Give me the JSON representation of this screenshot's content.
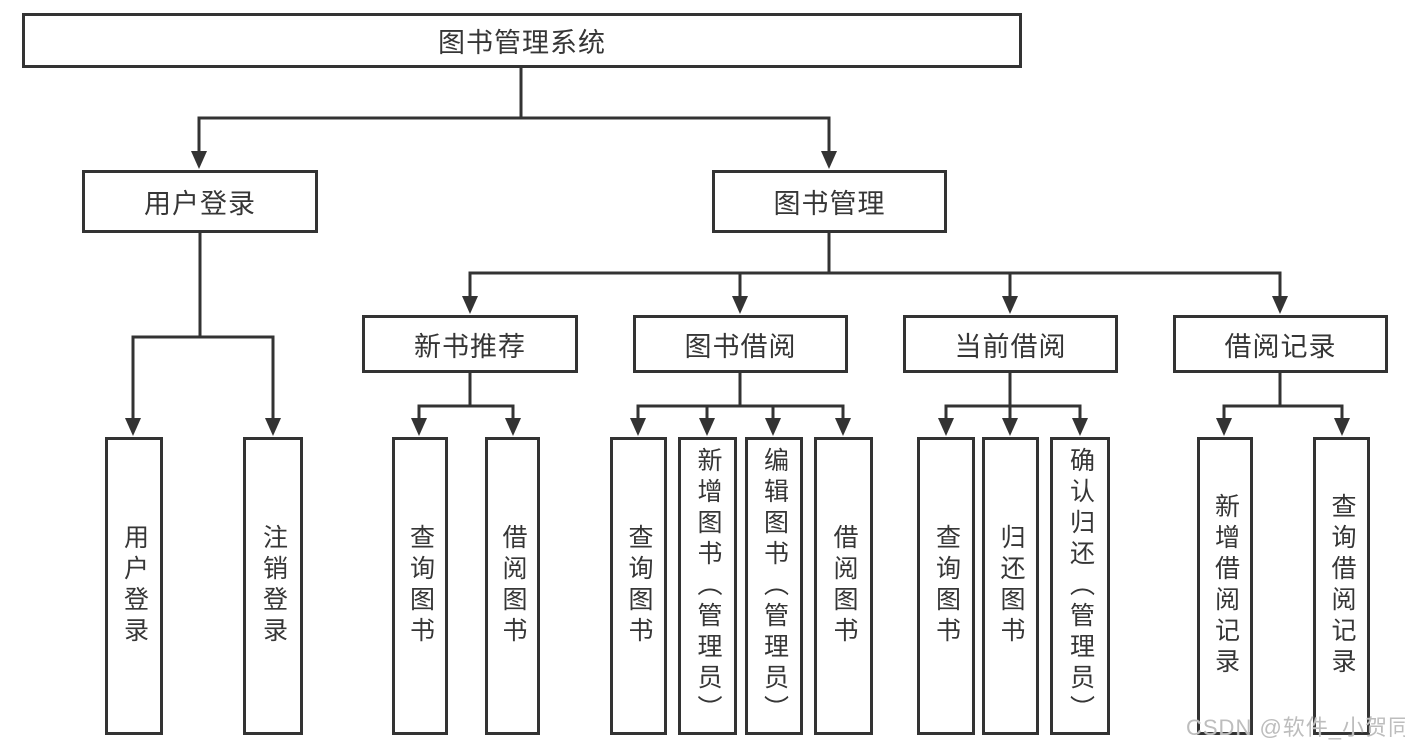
{
  "colors": {
    "line": "#333333",
    "text": "#363636",
    "watermark": "#bdbdbd",
    "background": "#ffffff"
  },
  "tree": {
    "root": "图书管理系统",
    "level2": {
      "user_login": "用户登录",
      "book_mgmt": "图书管理"
    },
    "level3": {
      "new_book_rec": "新书推荐",
      "book_borrow": "图书借阅",
      "current_borrow": "当前借阅",
      "borrow_records": "借阅记录"
    },
    "leaves": {
      "user_login_1": "用户登录",
      "user_login_2": "注销登录",
      "new_book_rec_1": "查询图书",
      "new_book_rec_2": "借阅图书",
      "book_borrow_1": "查询图书",
      "book_borrow_2": "新增图书（管理员）",
      "book_borrow_3": "编辑图书（管理员）",
      "book_borrow_4": "借阅图书",
      "current_borrow_1": "查询图书",
      "current_borrow_2": "归还图书",
      "current_borrow_3": "确认归还（管理员）",
      "borrow_records_1": "新增借阅记录",
      "borrow_records_2": "查询借阅记录"
    }
  },
  "watermark": "CSDN @软件_小贺同学"
}
